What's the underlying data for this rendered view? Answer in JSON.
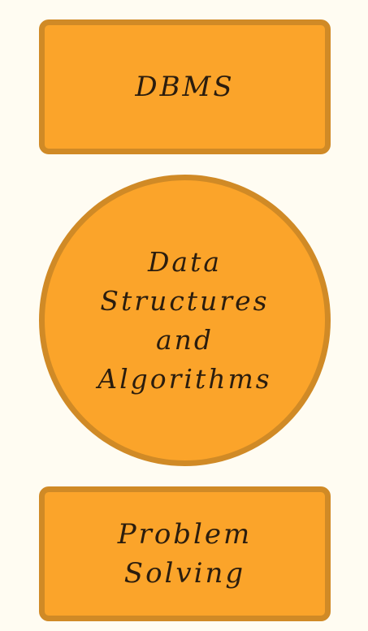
{
  "diagram": {
    "nodes": [
      {
        "id": "top",
        "label": "DBMS"
      },
      {
        "id": "middle",
        "label_lines": [
          "Data",
          "Structures",
          "and",
          "Algorithms"
        ]
      },
      {
        "id": "bottom",
        "label": "Problem Solving"
      }
    ],
    "colors": {
      "background": "#fffcf2",
      "node_fill": "#fba42a",
      "node_border": "#d08a26",
      "text": "#2b1d0e"
    }
  }
}
